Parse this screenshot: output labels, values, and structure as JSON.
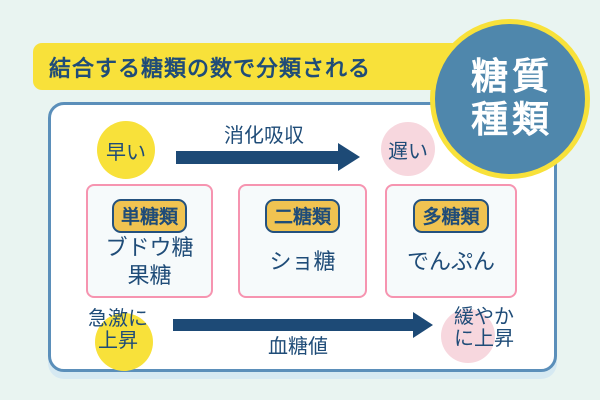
{
  "header": {
    "title": "結合する糖類の数で分類される"
  },
  "badge": {
    "line1": "糖質",
    "line2": "種類"
  },
  "digestion_axis": {
    "fast_label": "早い",
    "axis_label": "消化吸収",
    "slow_label": "遅い"
  },
  "categories": [
    {
      "label": "単糖類",
      "line1": "ブドウ糖",
      "line2": "果糖"
    },
    {
      "label": "二糖類",
      "line1": "ショ糖",
      "line2": ""
    },
    {
      "label": "多糖類",
      "line1": "でんぷん",
      "line2": ""
    }
  ],
  "blood_sugar_axis": {
    "left_line1": "急激に",
    "left_line2": "上昇",
    "axis_label": "血糖値",
    "right_line1": "緩やか",
    "right_line2": "に上昇"
  },
  "colors": {
    "background": "#E9F4F1",
    "accent_yellow": "#F8E13A",
    "gold_label": "#F0C351",
    "navy_text": "#1F4C78",
    "arrow_navy": "#1D4A76",
    "badge_blue": "#4F87AC",
    "pink_fill": "#F7D7DE",
    "pink_border": "#F694B0",
    "panel_border": "#5B8FBA"
  }
}
